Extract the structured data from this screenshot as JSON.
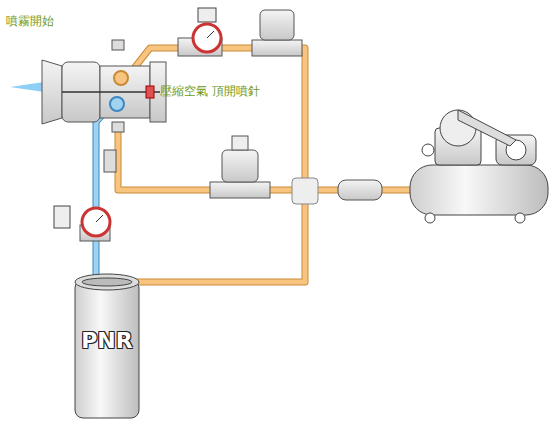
{
  "diagram": {
    "nodes": [
      {
        "text": [
          "PNR"
        ]
      }
    ],
    "labels": [
      "噴霧開始",
      "壓縮空氣 頂開噴針"
    ]
  }
}
